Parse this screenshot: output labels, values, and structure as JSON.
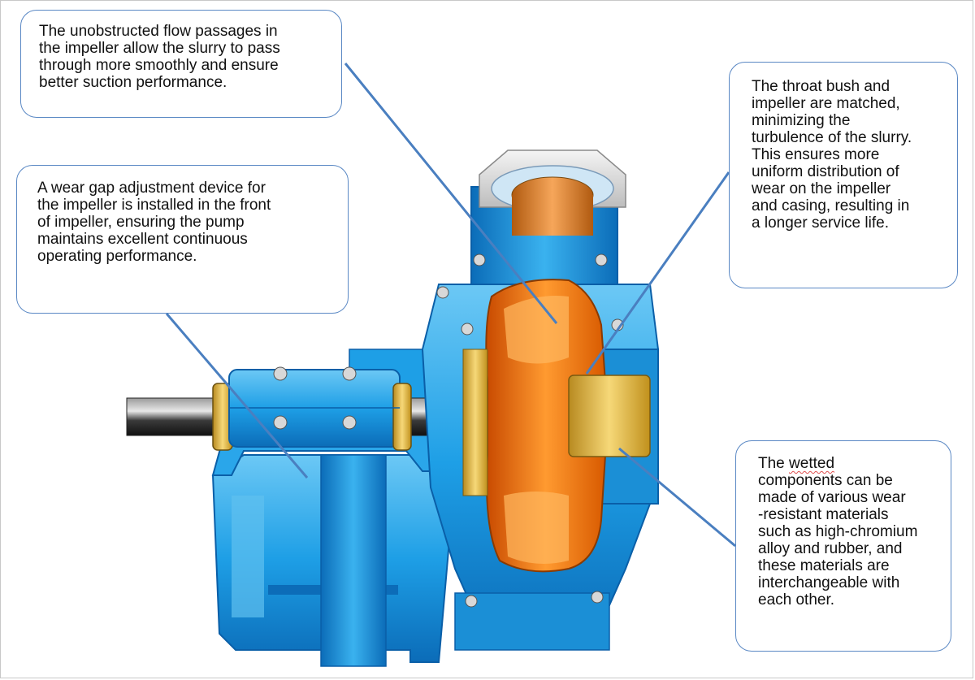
{
  "callouts": {
    "flow_passages": "The unobstructed flow passages in\nthe impeller allow the slurry to pass\nthrough more smoothly and ensure\nbetter suction performance.",
    "wear_gap": "A wear gap adjustment device for\nthe impeller is installed  in the front\nof  impeller, ensuring the pump\nmaintains excellent continuous\noperating performance.",
    "throat_bush": "The throat bush and\nimpeller are matched,\nminimizing the\nturbulence of the slurry.\nThis ensures more\nuniform distribution of\nwear on the impeller\nand casing, resulting in\na longer service life.",
    "wetted_pre": "The ",
    "wetted_word": "wetted",
    "wetted_post": "\ncomponents can be\nmade of various wear\n-resistant materials\nsuch as high-chromium\nalloy and rubber, and\nthese materials are\ninterchangeable with\neach other."
  },
  "colors": {
    "casing_blue": "#1e9fe6",
    "casing_dark": "#0a5fa8",
    "impeller_orange": "#f07a10",
    "liner_gold": "#e8b030",
    "leader_line": "#4a7fc0",
    "callout_border": "#5a88c4"
  }
}
